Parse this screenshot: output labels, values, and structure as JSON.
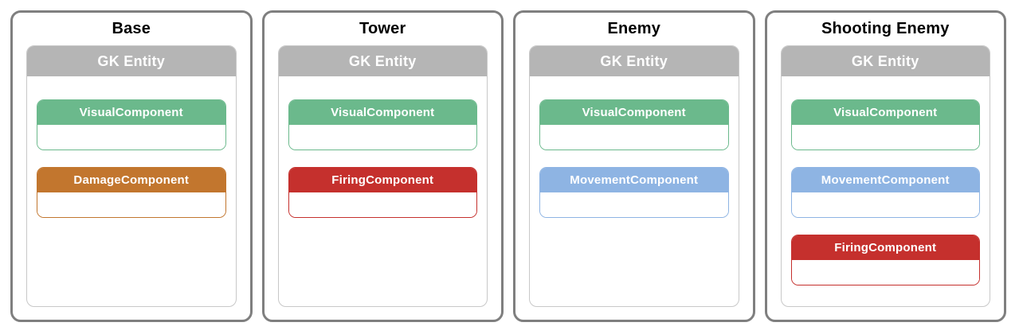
{
  "diagram": {
    "gk_entity_label": "GK Entity",
    "panels": [
      {
        "title": "Base",
        "components": [
          {
            "label": "VisualComponent",
            "color": "green"
          },
          {
            "label": "DamageComponent",
            "color": "orange"
          }
        ]
      },
      {
        "title": "Tower",
        "components": [
          {
            "label": "VisualComponent",
            "color": "green"
          },
          {
            "label": "FiringComponent",
            "color": "red"
          }
        ]
      },
      {
        "title": "Enemy",
        "components": [
          {
            "label": "VisualComponent",
            "color": "green"
          },
          {
            "label": "MovementComponent",
            "color": "blue"
          }
        ]
      },
      {
        "title": "Shooting Enemy",
        "components": [
          {
            "label": "VisualComponent",
            "color": "green"
          },
          {
            "label": "MovementComponent",
            "color": "blue"
          },
          {
            "label": "FiringComponent",
            "color": "red"
          }
        ]
      }
    ],
    "colors": {
      "green": "#6bb98c",
      "orange": "#c2762e",
      "red": "#c5302d",
      "blue": "#8eb4e3",
      "header_gray": "#b5b5b5",
      "panel_border": "#7f7f7f",
      "inner_border": "#c8c8c8"
    }
  }
}
